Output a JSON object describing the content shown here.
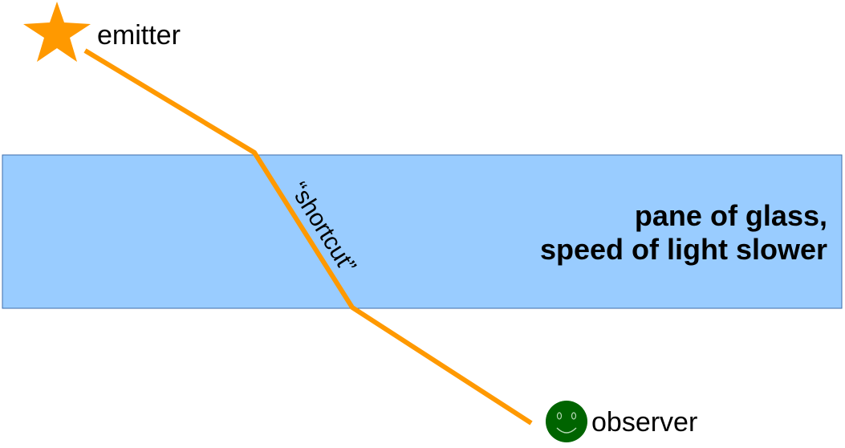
{
  "emitter": {
    "label": "emitter",
    "icon": "star-icon",
    "color": "#ff9900"
  },
  "observer": {
    "label": "observer",
    "icon": "smiley-face-icon",
    "color": "#006400"
  },
  "glass": {
    "caption_line1": "pane of glass,",
    "caption_line2": "speed of light slower",
    "fill_color": "#99ccff",
    "border_color": "#3d6ba8"
  },
  "light_path": {
    "label": "“shortcut”",
    "color": "#ff9900"
  }
}
